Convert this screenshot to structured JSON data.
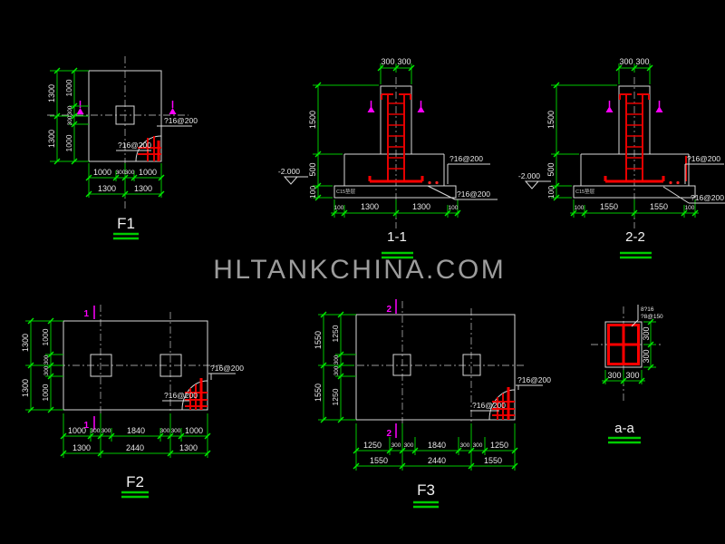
{
  "watermark": "HLTANKCHINA.COM",
  "labels": {
    "rebar_callout": "?16@200",
    "cushion_note": "C15垫层"
  },
  "colors": {
    "background": "#000000",
    "outline": "#d9d9d9",
    "dimension": "#00cc00",
    "rebar": "#ff0000",
    "section_marker": "#ff00ff",
    "watermark": "#9c9c9c"
  },
  "views": {
    "f1": {
      "title": "F1",
      "left_outer": [
        "1300",
        "1300"
      ],
      "left_inner": [
        "1000",
        "300",
        "300",
        "1000"
      ],
      "bottom_row1": [
        "1000",
        "300",
        "300",
        "1000"
      ],
      "bottom_row2": [
        "1300",
        "1300"
      ]
    },
    "s11": {
      "title": "1-1",
      "elevation": "-2.000",
      "top": [
        "300",
        "300"
      ],
      "left": [
        "1500",
        "500",
        "100"
      ],
      "bottom": [
        "100",
        "1300",
        "1300",
        "100"
      ]
    },
    "s22": {
      "title": "2-2",
      "elevation": "-2.000",
      "top": [
        "300",
        "300"
      ],
      "left": [
        "1500",
        "500",
        "100"
      ],
      "bottom": [
        "100",
        "1550",
        "1550",
        "100"
      ]
    },
    "f2": {
      "title": "F2",
      "marker": "1",
      "left_outer": [
        "1300",
        "1300"
      ],
      "left_inner": [
        "1000",
        "300",
        "300",
        "1000"
      ],
      "bottom_row1": [
        "1000",
        "300",
        "300",
        "1840",
        "300",
        "300",
        "1000"
      ],
      "bottom_row2": [
        "1300",
        "2440",
        "1300"
      ]
    },
    "f3": {
      "title": "F3",
      "marker": "2",
      "left_outer": [
        "1550",
        "1550"
      ],
      "left_inner": [
        "1250",
        "300",
        "300",
        "1250"
      ],
      "bottom_row1": [
        "1250",
        "300",
        "300",
        "1840",
        "300",
        "300",
        "1250"
      ],
      "bottom_row2": [
        "1550",
        "2440",
        "1550"
      ]
    },
    "aa": {
      "title": "a-a",
      "bottom": [
        "300",
        "300"
      ],
      "right": [
        "300",
        "300"
      ],
      "notes": [
        "8?16",
        "?8@150"
      ]
    }
  }
}
